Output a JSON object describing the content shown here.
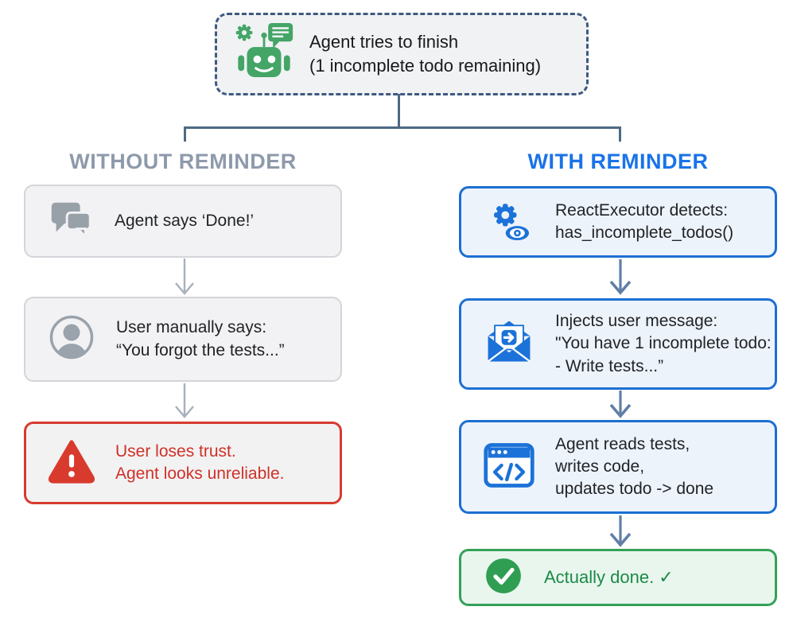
{
  "top_box": {
    "icon": "robot-icon",
    "line1": "Agent tries to finish",
    "line2": "(1 incomplete todo remaining)"
  },
  "left_column": {
    "header": "WITHOUT REMINDER",
    "boxes": [
      {
        "icon": "chat-bubbles-icon",
        "lines": [
          "Agent says ‘Done!’"
        ]
      },
      {
        "icon": "user-icon",
        "lines": [
          "User manually says:",
          "“You forgot the tests...”"
        ]
      },
      {
        "icon": "warning-icon",
        "variant": "danger",
        "lines": [
          "User loses trust.",
          "Agent looks unreliable."
        ]
      }
    ]
  },
  "right_column": {
    "header": "WITH REMINDER",
    "boxes": [
      {
        "icon": "gear-eye-icon",
        "lines": [
          "ReactExecutor detects:",
          "has_incomplete_todos()"
        ]
      },
      {
        "icon": "mail-inject-icon",
        "lines": [
          "Injects user message:",
          "\"You have 1 incomplete todo:",
          "- Write tests...”"
        ]
      },
      {
        "icon": "code-window-icon",
        "lines": [
          "Agent reads tests,",
          "writes code,",
          "updates todo -> done"
        ]
      },
      {
        "icon": "check-circle-icon",
        "variant": "success",
        "lines": [
          "Actually done. ✓"
        ]
      }
    ]
  },
  "colors": {
    "accent_blue": "#1a73e8",
    "header_gray": "#8e9aab",
    "danger_red": "#d63b2f",
    "success_green": "#33a157",
    "robot_green": "#44a567",
    "connector_slate": "#4e6a83",
    "arrow_gray": "#a9b1bb",
    "arrow_blue": "#5f7fa6"
  }
}
